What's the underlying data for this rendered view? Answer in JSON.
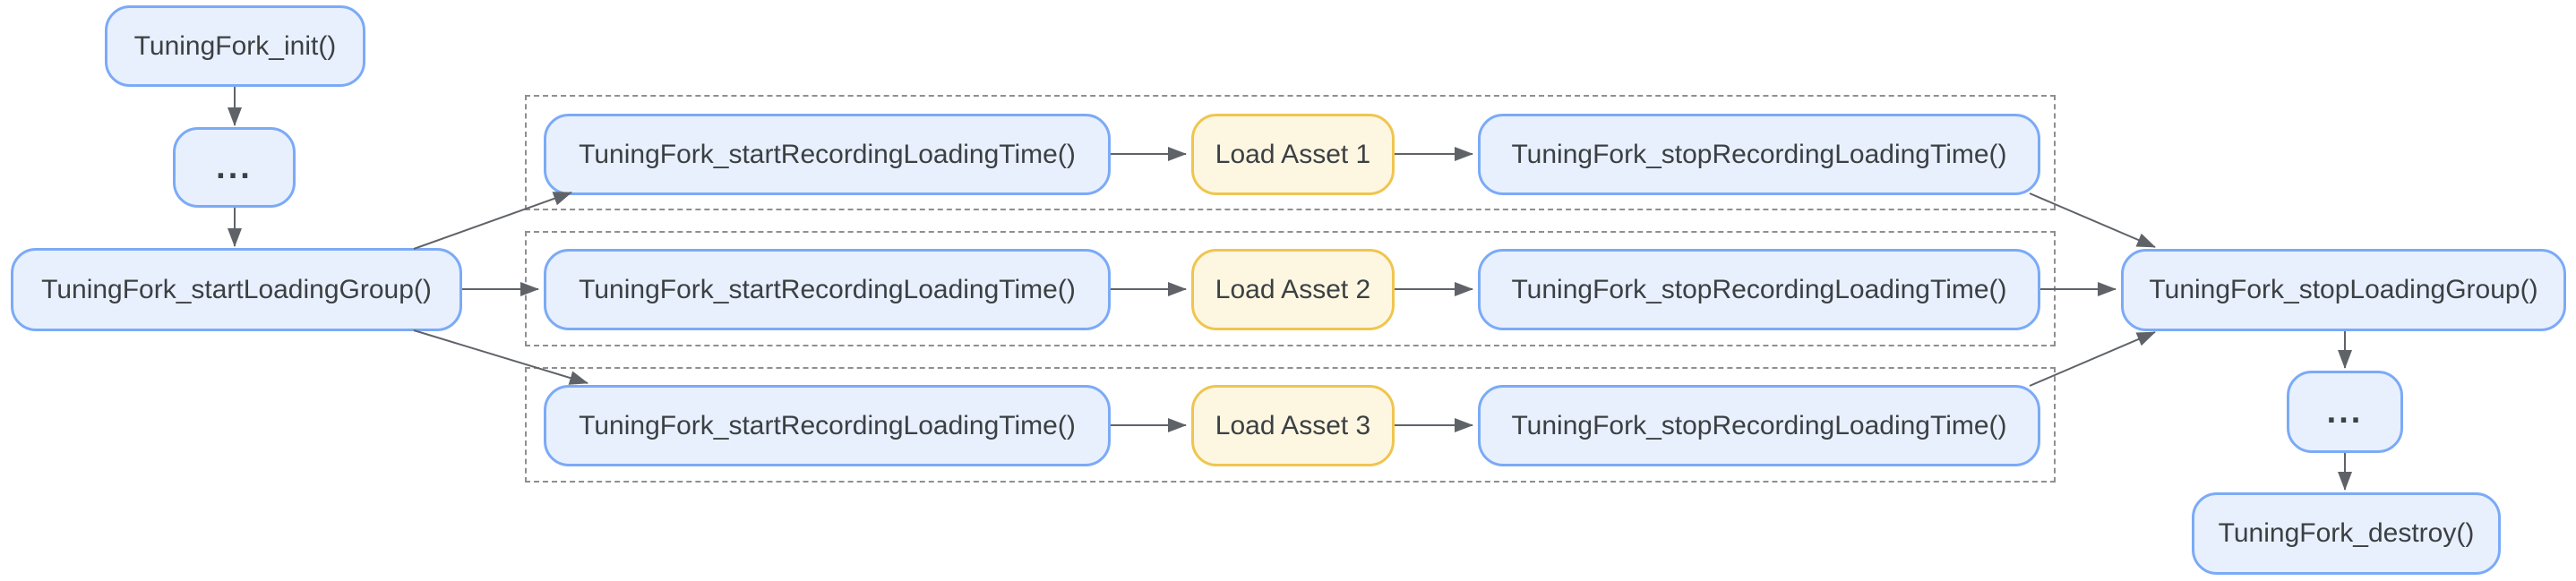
{
  "diagram": {
    "title_hint": "TuningFork loading-time recording flow",
    "nodes": {
      "init": {
        "label": "TuningFork_init()"
      },
      "ellipsis_top": {
        "label": "..."
      },
      "start_loading_group": {
        "label": "TuningFork_startLoadingGroup()"
      },
      "stop_loading_group": {
        "label": "TuningFork_stopLoadingGroup()"
      },
      "ellipsis_bottom": {
        "label": "..."
      },
      "destroy": {
        "label": "TuningFork_destroy()"
      }
    },
    "rows": [
      {
        "start": "TuningFork_startRecordingLoadingTime()",
        "load": "Load Asset 1",
        "stop": "TuningFork_stopRecordingLoadingTime()"
      },
      {
        "start": "TuningFork_startRecordingLoadingTime()",
        "load": "Load Asset 2",
        "stop": "TuningFork_stopRecordingLoadingTime()"
      },
      {
        "start": "TuningFork_startRecordingLoadingTime()",
        "load": "Load Asset 3",
        "stop": "TuningFork_stopRecordingLoadingTime()"
      }
    ],
    "colors": {
      "api_fill": "#e8f0fe",
      "api_border": "#7baaf7",
      "asset_fill": "#fdf7e2",
      "asset_border": "#f0c54f",
      "arrow": "#5f6368",
      "group_border": "#8f8f8f",
      "text": "#3c4043",
      "background": "#ffffff"
    }
  }
}
